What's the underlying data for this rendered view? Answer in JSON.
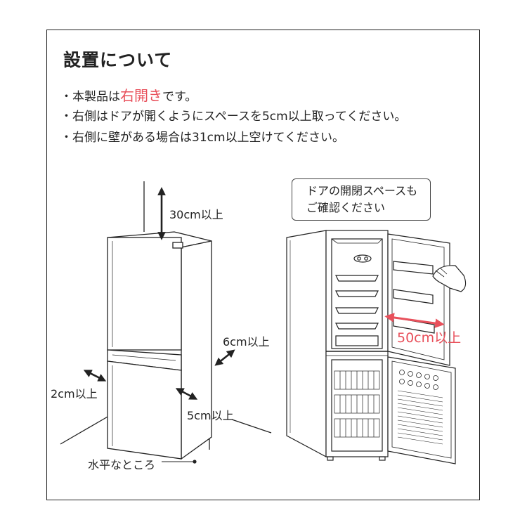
{
  "heading": "設置について",
  "notes": {
    "n1_before": "・本製品は",
    "n1_accent": "右開き",
    "n1_after": "です。",
    "n2": "・右側はドアが開くようにスペースを5cm以上取ってください。",
    "n3": "・右側に壁がある場合は31cm以上空けてください。"
  },
  "labels": {
    "top": "30cm以上",
    "right_side": "6cm以上",
    "left_side": "2cm以上",
    "bottom_right": "5cm以上",
    "level": "水平なところ",
    "door_space": "50cm以上"
  },
  "bubble": {
    "line1": "ドアの開閉スペースも",
    "line2": "ご確認ください"
  },
  "colors": {
    "accent": "#e8505b",
    "line": "#222222"
  }
}
